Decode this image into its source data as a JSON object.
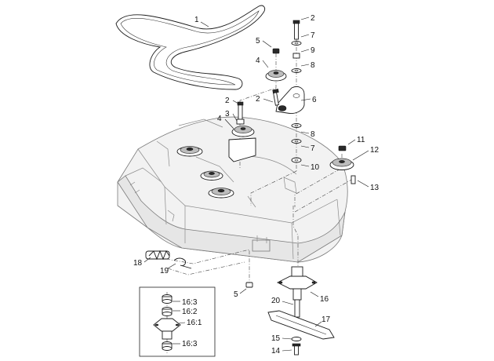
{
  "callouts": {
    "c1": "1",
    "c2a": "2",
    "c2b": "2",
    "c2c": "2",
    "c3": "3",
    "c4a": "4",
    "c4b": "4",
    "c5a": "5",
    "c5b": "5",
    "c6": "6",
    "c7a": "7",
    "c7b": "7",
    "c8a": "8",
    "c8b": "8",
    "c9": "9",
    "c10": "10",
    "c11": "11",
    "c12": "12",
    "c13": "13",
    "c14": "14",
    "c15": "15",
    "c16": "16",
    "c17": "17",
    "c18": "18",
    "c19": "19",
    "c20": "20",
    "c161": "16:1",
    "c162": "16:2",
    "c163a": "16:3",
    "c163b": "16:3"
  }
}
